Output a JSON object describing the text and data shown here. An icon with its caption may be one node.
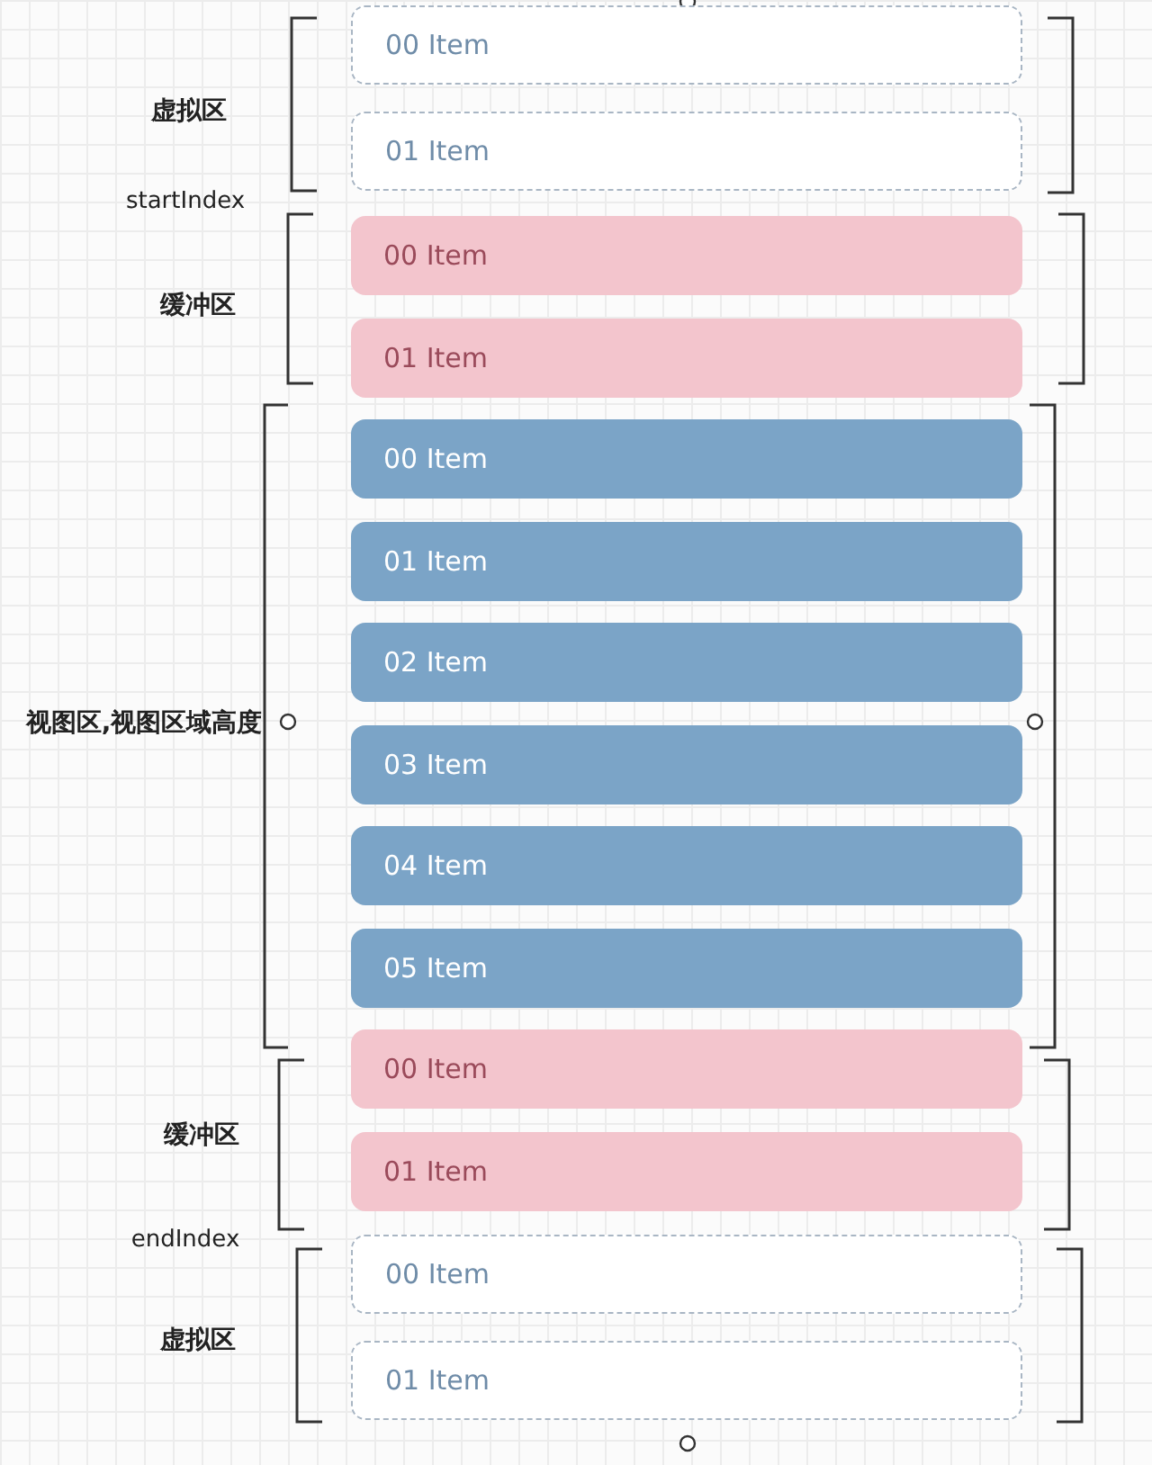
{
  "diagram": {
    "nodes": [
      {
        "text": [
          "00 Item"
        ]
      },
      {
        "text": [
          "01 Item"
        ]
      },
      {
        "text": [
          "00 Item"
        ]
      },
      {
        "text": [
          "01 Item"
        ]
      },
      {
        "text": [
          "00 Item"
        ]
      },
      {
        "text": [
          "01 Item"
        ]
      },
      {
        "text": [
          "02 Item"
        ]
      },
      {
        "text": [
          "03 Item"
        ]
      },
      {
        "text": [
          "04 Item"
        ]
      },
      {
        "text": [
          "05 Item"
        ]
      },
      {
        "text": [
          "00 Item"
        ]
      },
      {
        "text": [
          "01 Item"
        ]
      },
      {
        "text": [
          "00 Item"
        ]
      },
      {
        "text": [
          "01 Item"
        ]
      }
    ],
    "labels": [
      "虚拟区",
      "startIndex",
      "缓冲区",
      "视图区,视图区域高度",
      "缓冲区",
      "endIndex",
      "虚拟区"
    ]
  }
}
